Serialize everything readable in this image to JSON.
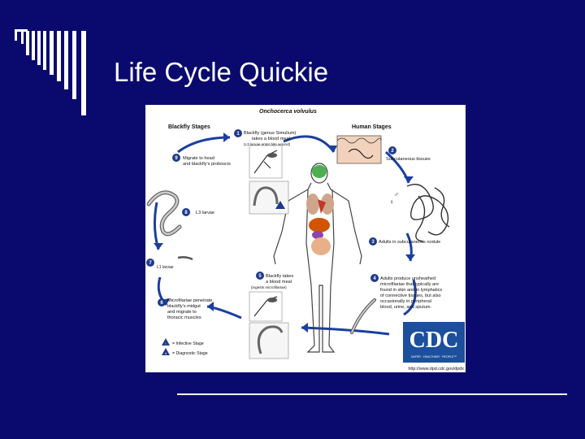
{
  "slide": {
    "title": "Life Cycle Quickie"
  },
  "diagram": {
    "heading": "Onchocerca volvulus",
    "blackfly_header": "Blackfly Stages",
    "human_header": "Human Stages",
    "steps": {
      "s1": {
        "num": "1",
        "lines": [
          "Blackfly (genus Simulium)",
          "takes a blood meal",
          "(L3 larvae enter bite wound)"
        ]
      },
      "s2": {
        "num": "2",
        "lines": [
          "Subcutaneous tissues"
        ]
      },
      "s3": {
        "num": "3",
        "lines": [
          "Adults in subcutaneous nodule"
        ]
      },
      "s4": {
        "num": "4",
        "lines": [
          "Adults produce unsheathed",
          "microfilariae that typically are",
          "found in skin and in lymphatics",
          "of connective tissues, but also",
          "occasionally in peripheral",
          "blood, urine, and sputum."
        ]
      },
      "s5": {
        "num": "5",
        "lines": [
          "Blackfly takes",
          "a blood meal",
          "(ingests microfilariae)"
        ]
      },
      "s6": {
        "num": "6",
        "lines": [
          "Microfilariae penetrate",
          "blackfly's midgut",
          "and migrate to",
          "thoracic muscles"
        ]
      },
      "s7": {
        "num": "7",
        "lines": [
          "L1 larvae"
        ]
      },
      "s8": {
        "num": "8",
        "lines": [
          "L3 larvae"
        ]
      },
      "s9": {
        "num": "9",
        "lines": [
          "Migrate to head",
          "and blackfly's proboscis"
        ]
      }
    },
    "sex_labels": {
      "male": "♂",
      "female": "♀"
    },
    "legend": {
      "infective": "= Infective Stage",
      "diagnostic": "= Diagnostic Stage",
      "infective_mark": "i",
      "diagnostic_mark": "d"
    },
    "logo": {
      "text": "CDC",
      "tagline": "SAFER · HEALTHIER · PEOPLE™"
    },
    "url": "http://www.dpd.cdc.gov/dpdx"
  },
  "colors": {
    "background": "#0a0a6e",
    "arrow": "#1b3fa0",
    "logo": "#1c4f9c",
    "badge": "#1e3a8a"
  }
}
